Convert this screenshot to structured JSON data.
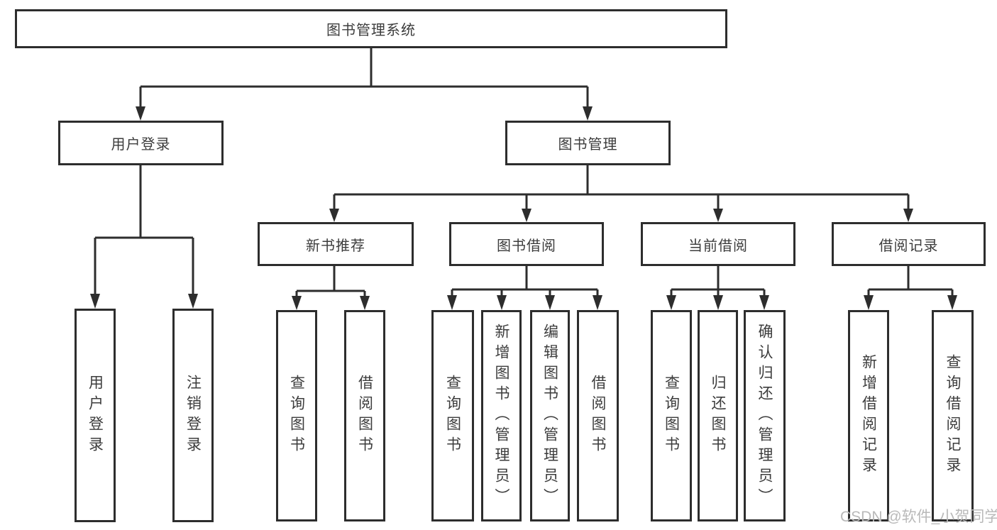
{
  "colors": {
    "line": "#2d2d2d",
    "text": "#3c3c3c",
    "background": "#ffffff",
    "watermark": "#b9b9b9"
  },
  "watermark": {
    "text": "CSDN @软件_小贺同学"
  },
  "tree": {
    "label": "图书管理系统",
    "children": [
      {
        "label": "用户登录",
        "children": [
          {
            "label": "用户登录"
          },
          {
            "label": "注销登录"
          }
        ]
      },
      {
        "label": "图书管理",
        "children": [
          {
            "label": "新书推荐",
            "children": [
              {
                "label": "查询图书"
              },
              {
                "label": "借阅图书"
              }
            ]
          },
          {
            "label": "图书借阅",
            "children": [
              {
                "label": "查询图书"
              },
              {
                "label": "新增图书（管理员）"
              },
              {
                "label": "编辑图书（管理员）"
              },
              {
                "label": "借阅图书"
              }
            ]
          },
          {
            "label": "当前借阅",
            "children": [
              {
                "label": "查询图书"
              },
              {
                "label": "归还图书"
              },
              {
                "label": "确认归还（管理员）"
              }
            ]
          },
          {
            "label": "借阅记录",
            "children": [
              {
                "label": "新增借阅记录"
              },
              {
                "label": "查询借阅记录"
              }
            ]
          }
        ]
      }
    ]
  }
}
